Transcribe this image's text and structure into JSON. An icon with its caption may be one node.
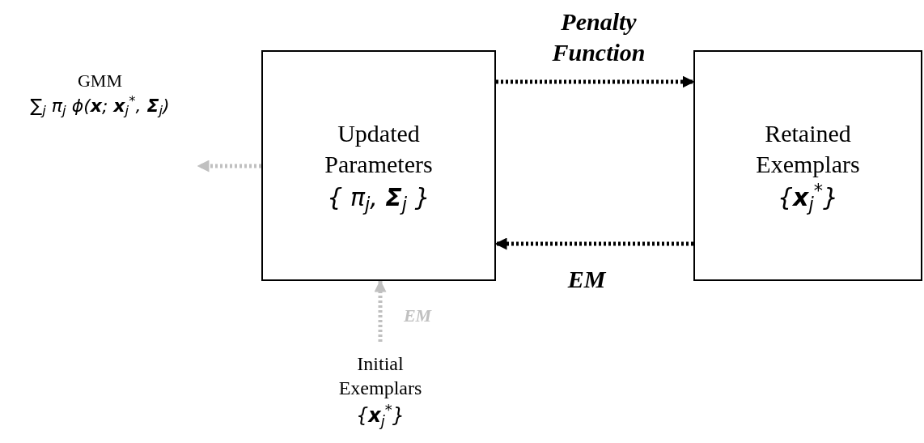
{
  "diagram": {
    "nodes": [
      {
        "text": [
          "Updated Parameters",
          "{ π$_{j}$, **Σ**$_{j}$ }"
        ]
      },
      {
        "text": [
          "Retained Exemplars",
          "{**x**$_{j}$$^{*}$}"
        ]
      },
      {
        "text": [
          "GMM",
          "∑$_{j}$ π$_{j}$ ϕ(**x**; **x**$_{j}$$^{*}$, **Σ**$_{j}$)"
        ]
      },
      {
        "text": [
          "Initial Exemplars",
          "{**x**$_{j}$$^{*}$}"
        ]
      }
    ],
    "edges": [
      {
        "from": 0,
        "to": 1,
        "arrow": "to",
        "label": "Penalty Function",
        "style": "dashed"
      },
      {
        "from": 1,
        "to": 0,
        "arrow": "to",
        "label": "EM",
        "style": "dashed"
      },
      {
        "from": 0,
        "to": 2,
        "arrow": "to",
        "style": "dashed",
        "color": "#c0c0c0"
      },
      {
        "from": 3,
        "to": 0,
        "arrow": "to",
        "label": "EM",
        "style": "dashed",
        "color": "#c0c0c0"
      }
    ]
  }
}
